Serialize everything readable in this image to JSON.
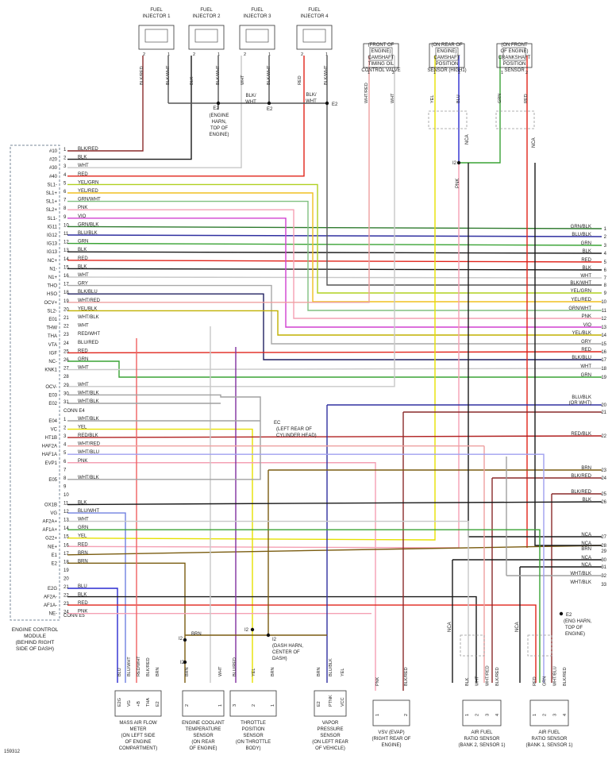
{
  "figure_id": "159312",
  "colors": {
    "BLK": "#1a1a1a",
    "WHT": "#c8c8c8",
    "RED": "#e0241b",
    "GRN": "#3aa335",
    "BLU": "#2a2ad0",
    "YEL": "#e6e000",
    "PNK": "#f4a0b4",
    "VIO": "#d040d0",
    "GRY": "#a8a8a8",
    "BRN": "#7a5c10",
    "BLK/RED": "#8a2a2a",
    "BLK/WHT": "#555555",
    "WHT/RED": "#eea0a0",
    "WHT/BLK": "#a0a0a0",
    "GRN/BLK": "#2e7a2e",
    "BLU/BLK": "#3030a0",
    "YEL/GRN": "#b0d020",
    "YEL/RED": "#f0c020",
    "GRN/WHT": "#80c080",
    "BLK/BLU": "#202060",
    "BLU/RED": "#8030a0",
    "RED/WHT": "#f06060",
    "YEL/BLK": "#c0b000",
    "BLU/WHT": "#7080e0",
    "RED/BLK": "#b02020",
    "WHT/BLU": "#a0a0f0",
    "NCA": "#1a1a1a",
    "BLK/BLU2": "#202060"
  },
  "top_components": [
    {
      "id": "fi1",
      "label": [
        "FUEL",
        "INJECTOR 1"
      ],
      "pins": [
        "2",
        "1"
      ],
      "wires": [
        "BLK/RED",
        "BLK/WHT"
      ]
    },
    {
      "id": "fi2",
      "label": [
        "FUEL",
        "INJECTOR 2"
      ],
      "pins": [
        "2",
        "1"
      ],
      "wires": [
        "BLK",
        "BLK/WHT"
      ]
    },
    {
      "id": "fi3",
      "label": [
        "FUEL",
        "INJECTOR 3"
      ],
      "pins": [
        "2",
        "1"
      ],
      "wires": [
        "WHT",
        "BLK/WHT"
      ]
    },
    {
      "id": "fi4",
      "label": [
        "FUEL",
        "INJECTOR 4"
      ],
      "pins": [
        "2",
        "1"
      ],
      "wires": [
        "RED",
        "BLK/WHT"
      ]
    },
    {
      "id": "ocv",
      "label": [
        "(FRONT OF",
        "ENGINE)",
        "CAMSHAFT",
        "TIMING OIL",
        "CONTROL VALVE"
      ],
      "pins": [
        "1",
        "2"
      ],
      "wires": [
        "WHT/RED",
        "WHT"
      ]
    },
    {
      "id": "cmp",
      "label": [
        "(ON REAR OF",
        "ENGINE)",
        "CAMSHAFT",
        "POSITION",
        "SENSOR (HIGH1)"
      ],
      "pins": [
        "1",
        "2"
      ],
      "wires": [
        "YEL",
        "BLU"
      ]
    },
    {
      "id": "ckp",
      "label": [
        "(ON FRONT",
        "OF ENGINE)",
        "CRANKSHAFT",
        "POSITION",
        "SENSOR"
      ],
      "pins": [
        "1",
        "2"
      ],
      "wires": [
        "GRN",
        "RED"
      ]
    }
  ],
  "top_notes": {
    "e2_engine": [
      "E2",
      "(ENGINE",
      "HARN,",
      "TOP OF",
      "ENGINE)"
    ],
    "blk_wht_1": [
      "BLK/",
      "WHT"
    ],
    "blk_wht_2": [
      "BLK/",
      "WHT"
    ],
    "e2a": "E2",
    "e2b": "E2",
    "nca1": "NCA",
    "nca2": "NCA",
    "i2": "I2",
    "pnk": "PNK"
  },
  "ecm": {
    "label": [
      "ENGINE CONTROL",
      "MODULE",
      "(BEHIND RIGHT",
      "SIDE OF DASH)"
    ],
    "conn_e4": "CONN E4",
    "conn_e5": "CONN E5"
  },
  "e4_pins": [
    {
      "name": "#10",
      "num": "1",
      "wire": "BLK/RED"
    },
    {
      "name": "#20",
      "num": "2",
      "wire": "BLK"
    },
    {
      "name": "#30",
      "num": "3",
      "wire": "WHT"
    },
    {
      "name": "#40",
      "num": "4",
      "wire": "RED"
    },
    {
      "name": "SL1-",
      "num": "5",
      "wire": "YEL/GRN"
    },
    {
      "name": "SL1+",
      "num": "6",
      "wire": "YEL/RED"
    },
    {
      "name": "SL1+",
      "num": "7",
      "wire": "GRN/WHT"
    },
    {
      "name": "SL2+",
      "num": "8",
      "wire": "PNK"
    },
    {
      "name": "SL1-",
      "num": "9",
      "wire": "VIO"
    },
    {
      "name": "IG11",
      "num": "10",
      "wire": "GRN/BLK"
    },
    {
      "name": "IG12",
      "num": "11",
      "wire": "BLU/BLK"
    },
    {
      "name": "IG13",
      "num": "12",
      "wire": "GRN"
    },
    {
      "name": "IG13",
      "num": "13",
      "wire": "BLK"
    },
    {
      "name": "NC+",
      "num": "14",
      "wire": "RED"
    },
    {
      "name": "N1-",
      "num": "15",
      "wire": "BLK"
    },
    {
      "name": "N1+",
      "num": "16",
      "wire": "WHT"
    },
    {
      "name": "THO",
      "num": "17",
      "wire": "GRY"
    },
    {
      "name": "HSO",
      "num": "18",
      "wire": "BLK/BLU"
    },
    {
      "name": "OCV+",
      "num": "19",
      "wire": "WHT/RED"
    },
    {
      "name": "SL2-",
      "num": "20",
      "wire": "YEL/BLK"
    },
    {
      "name": "E01",
      "num": "21",
      "wire": "WHT/BLK"
    },
    {
      "name": "THW",
      "num": "22",
      "wire": "WHT"
    },
    {
      "name": "THA",
      "num": "23",
      "wire": "RED/WHT"
    },
    {
      "name": "VTA",
      "num": "24",
      "wire": "BLU/RED"
    },
    {
      "name": "IGF",
      "num": "25",
      "wire": "RED"
    },
    {
      "name": "NC-",
      "num": "26",
      "wire": "GRN"
    },
    {
      "name": "KNK1",
      "num": "27",
      "wire": "WHT"
    },
    {
      "name": "",
      "num": "28",
      "wire": ""
    },
    {
      "name": "OCV-",
      "num": "29",
      "wire": "WHT"
    },
    {
      "name": "E03",
      "num": "30",
      "wire": "WHT/BLK"
    },
    {
      "name": "E02",
      "num": "31",
      "wire": "WHT/BLK"
    }
  ],
  "e5_pins": [
    {
      "name": "E04",
      "num": "1",
      "wire": "WHT/BLK"
    },
    {
      "name": "VC",
      "num": "2",
      "wire": "YEL"
    },
    {
      "name": "HT1B",
      "num": "3",
      "wire": "RED/BLK"
    },
    {
      "name": "HAF2A",
      "num": "4",
      "wire": "WHT/RED"
    },
    {
      "name": "HAF1A",
      "num": "5",
      "wire": "WHT/BLU"
    },
    {
      "name": "EVP1",
      "num": "6",
      "wire": "PNK"
    },
    {
      "name": "",
      "num": "7",
      "wire": ""
    },
    {
      "name": "E05",
      "num": "8",
      "wire": "WHT/BLK"
    },
    {
      "name": "",
      "num": "9",
      "wire": ""
    },
    {
      "name": "",
      "num": "10",
      "wire": ""
    },
    {
      "name": "OX1B",
      "num": "11",
      "wire": "BLK"
    },
    {
      "name": "VG",
      "num": "12",
      "wire": "BLU/WHT"
    },
    {
      "name": "AF2A+",
      "num": "13",
      "wire": "WHT"
    },
    {
      "name": "AF1A+",
      "num": "14",
      "wire": "GRN"
    },
    {
      "name": "G22+",
      "num": "15",
      "wire": "YEL"
    },
    {
      "name": "NE+",
      "num": "16",
      "wire": "RED"
    },
    {
      "name": "E1",
      "num": "17",
      "wire": "BRN"
    },
    {
      "name": "E2",
      "num": "18",
      "wire": "BRN"
    },
    {
      "name": "",
      "num": "19",
      "wire": ""
    },
    {
      "name": "",
      "num": "20",
      "wire": ""
    },
    {
      "name": "E2G",
      "num": "21",
      "wire": "BLU"
    },
    {
      "name": "AF2A-",
      "num": "22",
      "wire": "BLK"
    },
    {
      "name": "AF1A-",
      "num": "23",
      "wire": "RED"
    },
    {
      "name": "NE-",
      "num": "24",
      "wire": "PNK"
    }
  ],
  "right_labels": [
    {
      "num": "1",
      "wire": "GRN/BLK"
    },
    {
      "num": "2",
      "wire": "BLU/BLK"
    },
    {
      "num": "3",
      "wire": "GRN"
    },
    {
      "num": "4",
      "wire": "BLK"
    },
    {
      "num": "5",
      "wire": "RED"
    },
    {
      "num": "6",
      "wire": "BLK"
    },
    {
      "num": "7",
      "wire": "WHT"
    },
    {
      "num": "8",
      "wire": "BLK/WHT"
    },
    {
      "num": "9",
      "wire": "YEL/GRN"
    },
    {
      "num": "10",
      "wire": "YEL/RED"
    },
    {
      "num": "11",
      "wire": "GRN/WHT"
    },
    {
      "num": "12",
      "wire": "PNK"
    },
    {
      "num": "13",
      "wire": "VIO"
    },
    {
      "num": "14",
      "wire": "YEL/BLK"
    },
    {
      "num": "15",
      "wire": "GRY"
    },
    {
      "num": "16",
      "wire": "RED"
    },
    {
      "num": "17",
      "wire": "BLK/BLU"
    },
    {
      "num": "18",
      "wire": "WHT"
    },
    {
      "num": "19",
      "wire": "GRN"
    },
    {
      "num": "20",
      "wire": "BLU/BLK (OR WHT)"
    },
    {
      "num": "21",
      "wire": ""
    },
    {
      "num": "22",
      "wire": "RED/BLK"
    },
    {
      "num": "23",
      "wire": "BRN"
    },
    {
      "num": "24",
      "wire": "BLK/RED"
    },
    {
      "num": "25",
      "wire": "BLK/RED"
    },
    {
      "num": "26",
      "wire": "BLK"
    },
    {
      "num": "27",
      "wire": "NCA"
    },
    {
      "num": "28",
      "wire": "NCA"
    },
    {
      "num": "29",
      "wire": "BRN"
    },
    {
      "num": "30",
      "wire": "NCA"
    },
    {
      "num": "31",
      "wire": "NCA"
    },
    {
      "num": "32",
      "wire": "WHT/BLK"
    },
    {
      "num": "33",
      "wire": "WHT/BLK"
    }
  ],
  "mid_notes": {
    "ec": [
      "EC",
      "(LEFT REAR OF",
      "CYLINDER HEAD)"
    ],
    "e2_eng": [
      "E2",
      "(ENG HARN,",
      "TOP OF",
      "ENGINE)"
    ],
    "i2_dash": [
      "I2",
      "(DASH HARN,",
      "CENTER OF",
      "DASH)"
    ],
    "brn": "BRN",
    "i2a": "I2",
    "i2b": "I2",
    "i2c": "I2",
    "nca_a": "NCA",
    "nca_b": "NCA"
  },
  "bottom_components": [
    {
      "id": "maf",
      "label": [
        "MASS AIR FLOW",
        "METER",
        "(ON LEFT SIDE",
        "OF ENGINE",
        "COMPARTMENT)"
      ],
      "pins": [
        "E2G",
        "VG",
        "+B",
        "THA",
        "E2"
      ],
      "wires": [
        "BLU",
        "BLU/WHT",
        "RED/WHT",
        "BLK/RED",
        "BRN"
      ]
    },
    {
      "id": "ect",
      "label": [
        "ENGINE COOLANT",
        "TEMPERATURE",
        "SENSOR",
        "(ON REAR",
        "OF ENGINE)"
      ],
      "pins": [
        "2",
        "1"
      ],
      "wires": [
        "BRN",
        "WHT"
      ]
    },
    {
      "id": "tps",
      "label": [
        "THROTTLE",
        "POSITION",
        "SENSOR",
        "(ON THROTTLE",
        "BODY)"
      ],
      "pins": [
        "3",
        "2",
        "1"
      ],
      "wires": [
        "BLU/RED",
        "YEL",
        "BRN"
      ]
    },
    {
      "id": "vps",
      "label": [
        "VAPOR",
        "PRESSURE",
        "SENSOR",
        "(ON LEFT REAR",
        "OF VEHICLE)"
      ],
      "pins": [
        "E2",
        "PTNK",
        "VCC"
      ],
      "wires": [
        "BRN",
        "BLU/BLK",
        "YEL"
      ]
    },
    {
      "id": "vsv",
      "label": [
        "VSV (EVAP)",
        "(RIGHT REAR OF",
        "ENGINE)"
      ],
      "pins": [
        "1",
        "2"
      ],
      "wires": [
        "PNK",
        "BLK/RED"
      ]
    },
    {
      "id": "af2",
      "label": [
        "AIR FUEL",
        "RATIO SENSOR",
        "(BANK 2, SENSOR 1)"
      ],
      "pins": [
        "1",
        "2",
        "3",
        "4"
      ],
      "wires": [
        "BLK",
        "WHT",
        "WHT/RED",
        "BLK/RED"
      ]
    },
    {
      "id": "af1",
      "label": [
        "AIR FUEL",
        "RATIO SENSOR",
        "(BANK 1, SENSOR 1)"
      ],
      "pins": [
        "1",
        "2",
        "3",
        "4"
      ],
      "wires": [
        "RED",
        "GRN",
        "WHT/BLU",
        "BLK/RED"
      ]
    }
  ]
}
